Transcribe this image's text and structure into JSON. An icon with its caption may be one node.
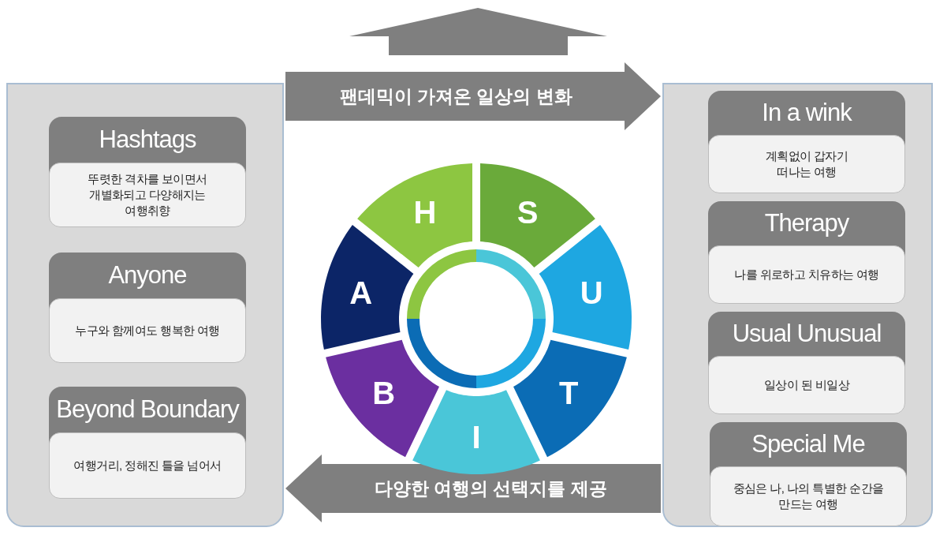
{
  "diagram": {
    "nodes": [
      {
        "text": [],
        "shape": "box"
      },
      {
        "text": [],
        "shape": "box"
      },
      {
        "text": [
          "Hashtags",
          "뚜렷한 격차를 보이면서 개별화되고 다양해지는 여행취향"
        ],
        "in": 0
      },
      {
        "text": [
          "Anyone",
          "누구와 함께여도 행복한 여행"
        ],
        "in": 0
      },
      {
        "text": [
          "Beyond Boundary",
          "여행거리, 정해진 틀을 넘어서"
        ],
        "in": 0
      },
      {
        "text": [
          "In a wink",
          "계획없이 갑자기 떠나는 여행"
        ],
        "in": 1
      },
      {
        "text": [
          "Therapy",
          "나를 위로하고 치유하는 여행"
        ],
        "in": 1
      },
      {
        "text": [
          "Usual Unusual",
          "일상이 된 비일상"
        ],
        "in": 1
      },
      {
        "text": [
          "Special Me",
          "중심은 나, 나의 특별한 순간을 만드는 여행"
        ],
        "in": 1
      },
      {
        "text": [
          "H"
        ]
      },
      {
        "text": [
          "S"
        ]
      },
      {
        "text": [
          "U"
        ]
      },
      {
        "text": [
          "T"
        ]
      },
      {
        "text": [
          "I"
        ]
      },
      {
        "text": [
          "B"
        ]
      },
      {
        "text": [
          "A"
        ]
      }
    ],
    "edges": [
      {
        "from": 0,
        "to": 1,
        "arrow": "to",
        "label": "팬데믹이 가져온 일상의 변화"
      },
      {
        "from": 1,
        "to": 0,
        "arrow": "to",
        "label": "다양한 여행의 선택지를 제공"
      }
    ]
  }
}
